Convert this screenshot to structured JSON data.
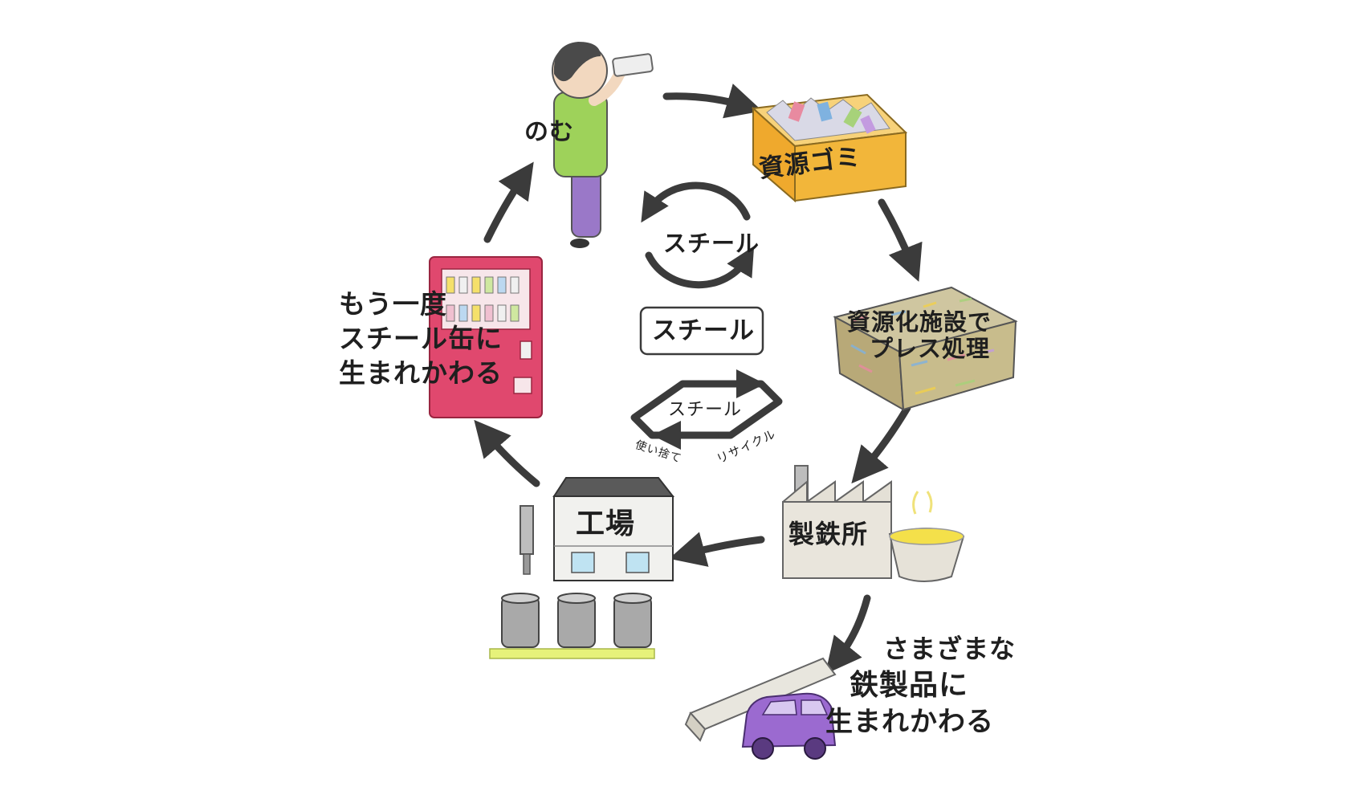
{
  "labels": {
    "drink": "のむ",
    "recyclable_waste": "資源ゴミ",
    "facility_line1": "資源化施設で",
    "facility_line2": "プレス処理",
    "steelworks": "製鉄所",
    "factory": "工場",
    "reborn_can_line1": "もう一度",
    "reborn_can_line2": "スチール缶に",
    "reborn_can_line3": "生まれかわる",
    "products_line1": "さまざまな",
    "products_line2": "鉄製品に",
    "products_line3": "生まれかわる"
  },
  "center_symbols": {
    "circle_label": "スチール",
    "box_label": "スチール",
    "loop_label": "スチール",
    "single_use": "使い捨て",
    "recycle": "リサイクル"
  },
  "colors": {
    "shirt": "#9ed25a",
    "pants": "#9a78c8",
    "crate": "#f2b63a",
    "vending": "#e0486e",
    "car": "#9b6ad0",
    "arrow": "#3b3b3b",
    "molten": "#f4e04a"
  }
}
